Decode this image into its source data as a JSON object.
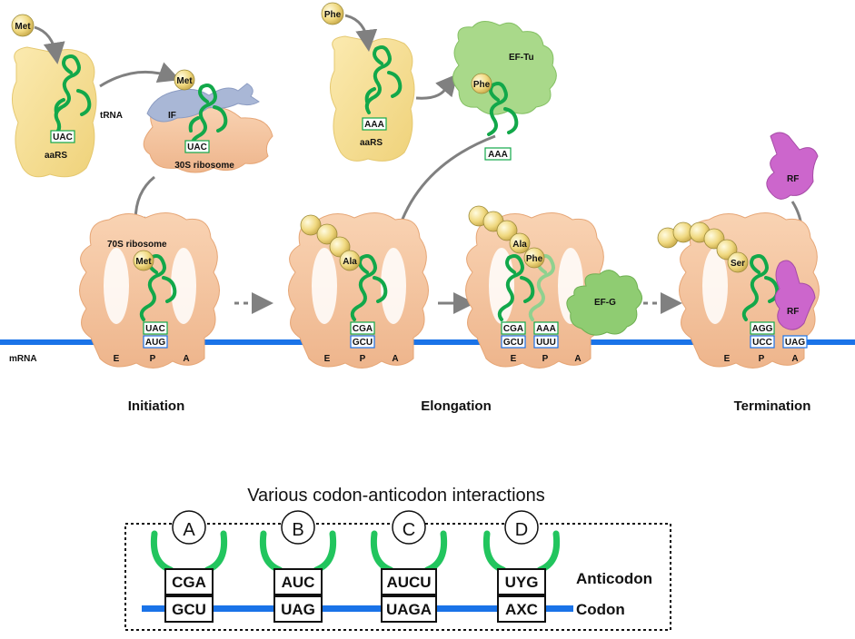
{
  "amino_acids": {
    "met": "Met",
    "phe": "Phe",
    "ala": "Ala",
    "ser": "Ser"
  },
  "factors": {
    "trna": "tRNA",
    "aars": "aaRS",
    "if": "IF",
    "ribosome_30s": "30S ribosome",
    "ribosome_70s": "70S ribosome",
    "ef_tu": "EF-Tu",
    "ef_g": "EF-G",
    "rf": "RF",
    "mrna": "mRNA"
  },
  "sites": {
    "e": "E",
    "p": "P",
    "a": "A"
  },
  "codes": {
    "uac": "UAC",
    "aug": "AUG",
    "aaa": "AAA",
    "cga": "CGA",
    "gcu": "GCU",
    "uuu": "UUU",
    "agg": "AGG",
    "ucc": "UCC",
    "uag": "UAG"
  },
  "stages": {
    "initiation": "Initiation",
    "elongation": "Elongation",
    "termination": "Termination"
  },
  "interactions": {
    "title": "Various codon-anticodon interactions",
    "anticodon_label": "Anticodon",
    "codon_label": "Codon",
    "items": [
      {
        "letter": "A",
        "anticodon": "CGA",
        "codon": "GCU"
      },
      {
        "letter": "B",
        "anticodon": "AUC",
        "codon": "UAG"
      },
      {
        "letter": "C",
        "anticodon": "AUCU",
        "codon": "UAGA"
      },
      {
        "letter": "D",
        "anticodon": "UYG",
        "codon": "AXC"
      }
    ]
  },
  "colors": {
    "aars": "#f7e08e",
    "ribosome": "#f5c49e",
    "if": "#a9b7d6",
    "ef_tu": "#a9d98a",
    "ef_g": "#8fcc72",
    "rf": "#cc66cc",
    "trna": "#12a84a",
    "mrna": "#1a73e8"
  }
}
